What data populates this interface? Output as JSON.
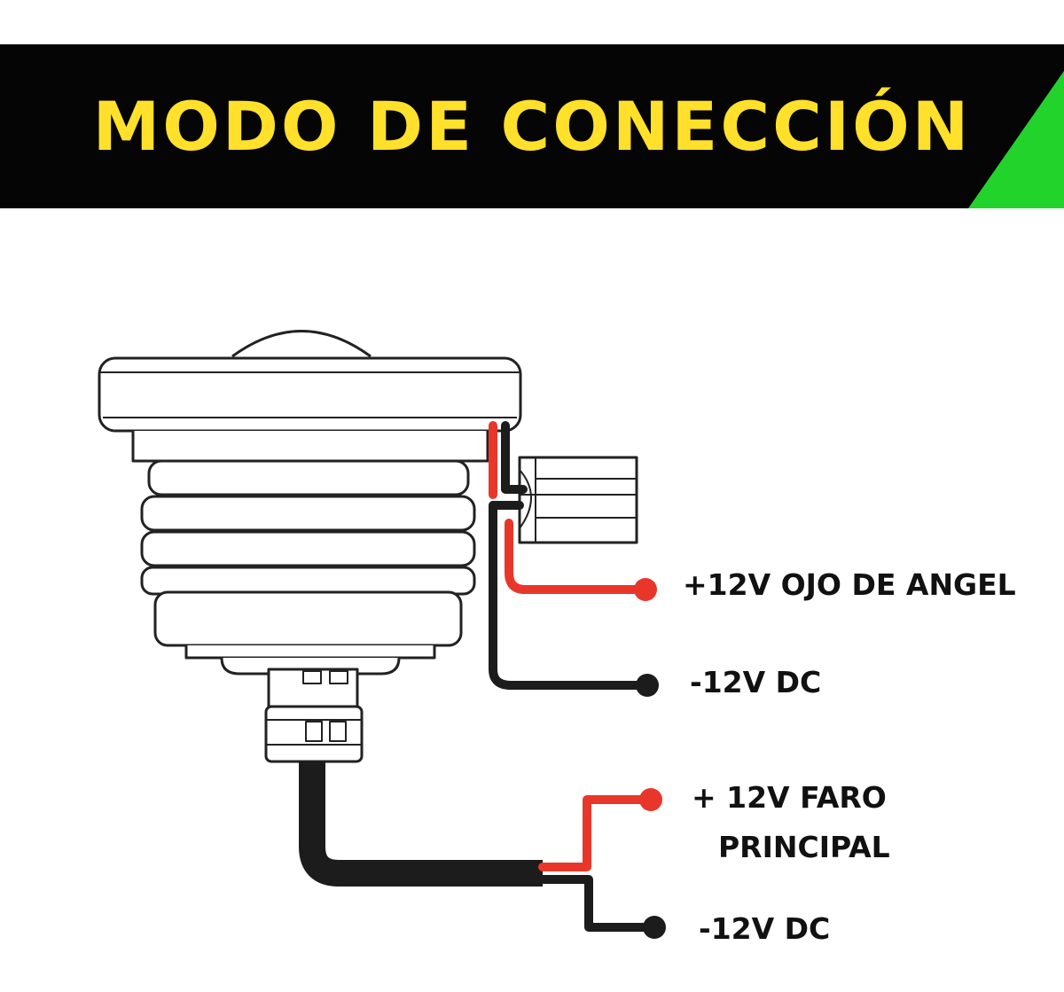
{
  "banner": {
    "title": "MODO DE CONECCIÓN",
    "text_color": "#ffe02a",
    "background_color": "#050505",
    "accent_color": "#22d32b"
  },
  "labels": {
    "angel_eye_positive": "+12V OJO DE ANGEL",
    "angel_eye_negative": "-12V DC",
    "headlight_positive_line1": "+ 12V FARO",
    "headlight_positive_line2": "PRINCIPAL",
    "headlight_negative": "-12V DC"
  },
  "colors": {
    "positive_wire": "#e8372a",
    "negative_wire": "#1c1c1c",
    "outline": "#222222"
  }
}
